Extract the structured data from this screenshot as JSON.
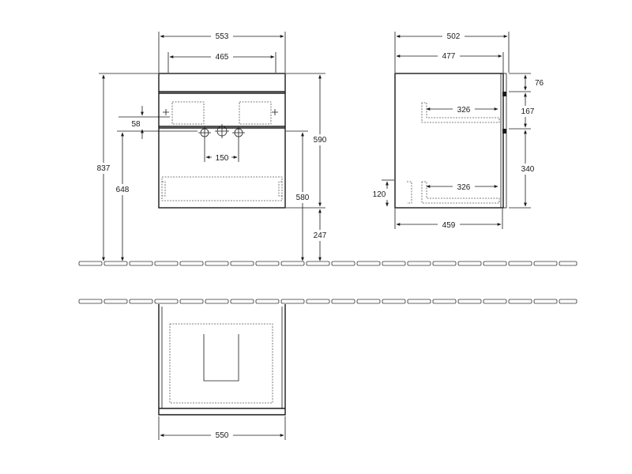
{
  "front_view": {
    "width_overall": "553",
    "width_inner": "465",
    "offset_58": "58",
    "tap_spacing": "150",
    "height_floor_to_top": "837",
    "height_floor_to_tap": "648",
    "height_590": "590",
    "height_580": "580",
    "height_247": "247"
  },
  "side_view": {
    "depth_overall": "502",
    "depth_477": "477",
    "depth_459": "459",
    "drawer_upper_depth": "326",
    "drawer_lower_depth": "326",
    "height_76": "76",
    "height_167": "167",
    "height_340": "340",
    "height_120": "120"
  },
  "top_view": {
    "width_550": "550"
  }
}
